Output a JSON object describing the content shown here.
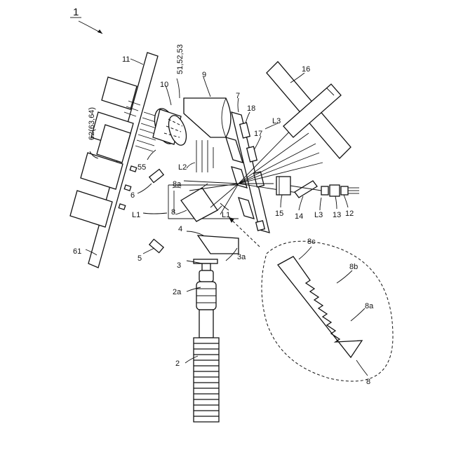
{
  "figure": {
    "labels": {
      "fig_number": "1",
      "hose": "2",
      "hose_end": "2a",
      "nozzle": "3",
      "nozzle_end": "3a",
      "mirror": "4",
      "sensor_5": "5",
      "sensor_6": "6",
      "prism": "8",
      "prism_edge": "8a",
      "lens": "9",
      "cylinder": "10",
      "board_top": "11",
      "connector_12": "12",
      "connector_13": "13",
      "unit_14": "14",
      "unit_15": "15",
      "screen": "16",
      "plate": "7",
      "element_17": "17",
      "element_18": "18",
      "detectors": "51,52,53",
      "component_55": "55",
      "main_board": "61",
      "chips": "62(63,64)",
      "beam_L1_left": "L1",
      "beam_L1_right": "L1",
      "beam_L2": "L2",
      "beam_L3_top": "L3",
      "beam_L3_bottom": "L3",
      "detail_prism": "8",
      "detail_edge": "8a",
      "detail_teeth": "8b",
      "detail_face": "8c"
    }
  }
}
